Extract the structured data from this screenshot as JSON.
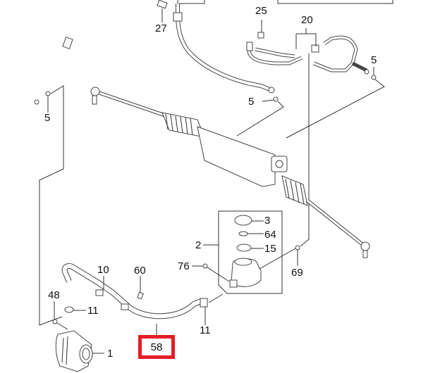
{
  "diagram": {
    "title": "Power Steering System",
    "highlight_color": "#e41d26",
    "highlighted_part": "58",
    "callouts": [
      {
        "id": "c27",
        "label": "27"
      },
      {
        "id": "c25",
        "label": "25"
      },
      {
        "id": "c20",
        "label": "20"
      },
      {
        "id": "c5a",
        "label": "5"
      },
      {
        "id": "c5b",
        "label": "5"
      },
      {
        "id": "c5c",
        "label": "5"
      },
      {
        "id": "c3",
        "label": "3"
      },
      {
        "id": "c64",
        "label": "64"
      },
      {
        "id": "c2",
        "label": "2"
      },
      {
        "id": "c15",
        "label": "15"
      },
      {
        "id": "c76",
        "label": "76"
      },
      {
        "id": "c69",
        "label": "69"
      },
      {
        "id": "c10",
        "label": "10"
      },
      {
        "id": "c60",
        "label": "60"
      },
      {
        "id": "c48",
        "label": "48"
      },
      {
        "id": "c11a",
        "label": "11"
      },
      {
        "id": "c11b",
        "label": "11"
      },
      {
        "id": "c1",
        "label": "1"
      },
      {
        "id": "c58",
        "label": "58"
      }
    ]
  }
}
